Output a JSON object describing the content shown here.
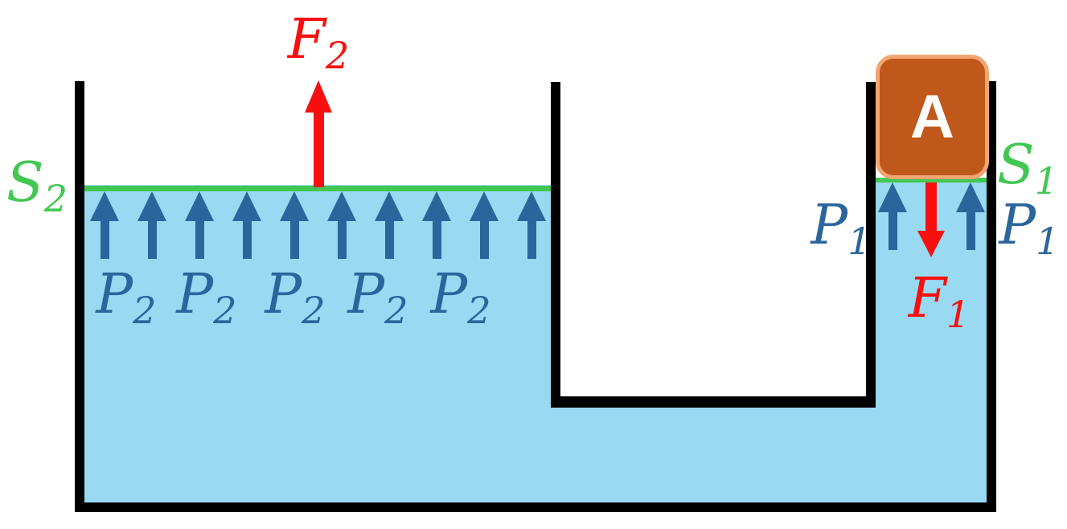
{
  "labels": {
    "surface_large": {
      "base": "S",
      "sub": "2"
    },
    "force_large": {
      "base": "F",
      "sub": "2"
    },
    "pressure_large": {
      "base": "P",
      "sub": "2"
    },
    "surface_small": {
      "base": "S",
      "sub": "1"
    },
    "force_small": {
      "base": "F",
      "sub": "1"
    },
    "pressure_small_left": {
      "base": "P",
      "sub": "1"
    },
    "pressure_small_right": {
      "base": "P",
      "sub": "1"
    },
    "piston_label": "A"
  },
  "counts": {
    "pressure_arrows_large_surface": 10,
    "pressure_labels_large_surface": 5,
    "pressure_arrows_small_surface": 2
  },
  "colors": {
    "fluid": "#99D9F2",
    "arrow_blue": "#2B659C",
    "surface_green": "#43C753",
    "force_red": "#F90F0F",
    "piston_fill": "#C0571B",
    "piston_border": "#F2A671",
    "wall_black": "#000000",
    "piston_text": "#FFFFFF"
  }
}
